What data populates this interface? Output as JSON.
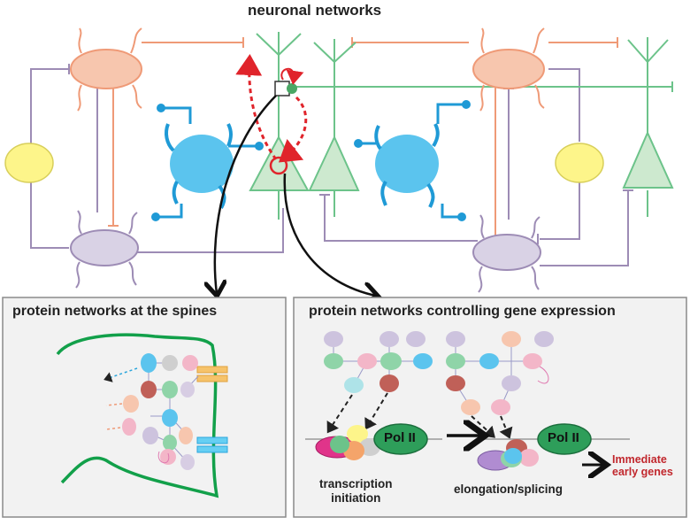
{
  "diagram": {
    "title": "neuronal networks",
    "panel_left_title": "protein networks at the spines",
    "panel_right_title": "protein networks controlling gene expression",
    "pol_ii_label_1": "Pol II",
    "pol_ii_label_2": "Pol II",
    "transcription_label": "transcription\ninitiation",
    "elongation_label": "elongation/splicing",
    "ieg_label": "Immediate\nearly genes"
  },
  "colors": {
    "excitatory_green": "#cde9cf",
    "green_line": "#6cc38a",
    "interneuron_orange": "#f7c6ae",
    "orange_line": "#ef9a77",
    "interneuron_purple": "#d9d2e5",
    "purple_line": "#9d8cb5",
    "glia_blue": "#5bc4ee",
    "blue_line": "#1f9ad6",
    "astro_yellow": "#fdf58a",
    "signal_red": "#e0242b",
    "ieg_text_red": "#c1272d",
    "pol_ii_green": "#2e9e5a"
  }
}
